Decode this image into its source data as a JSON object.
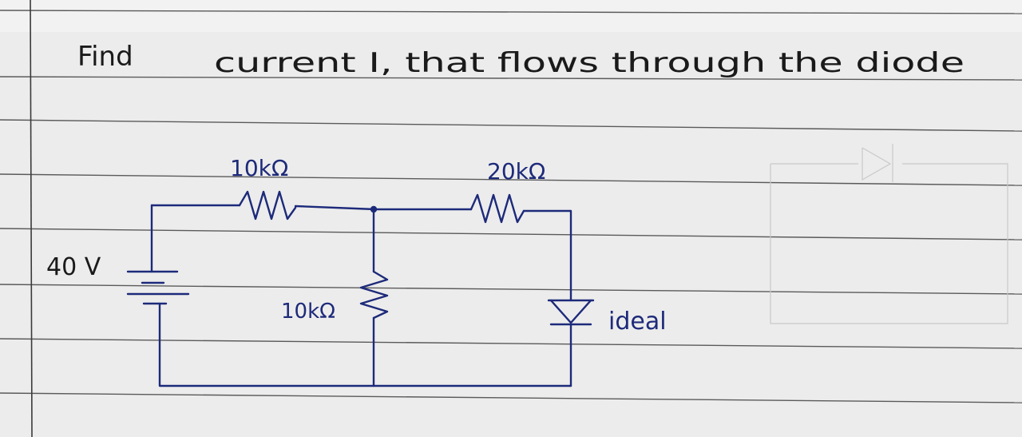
{
  "problem": {
    "word_find": "Find",
    "statement": "current I, that flows through the diode"
  },
  "circuit": {
    "source_label": "40 V",
    "r_top_left_label": "10kΩ",
    "r_top_right_label": "20kΩ",
    "r_middle_label": "10kΩ",
    "diode_label": "ideal"
  },
  "colors": {
    "paper": "#ececec",
    "rule_line": "#5a5a5a",
    "pencil": "#1a1a1a",
    "pen_blue": "#1d2a7a"
  }
}
